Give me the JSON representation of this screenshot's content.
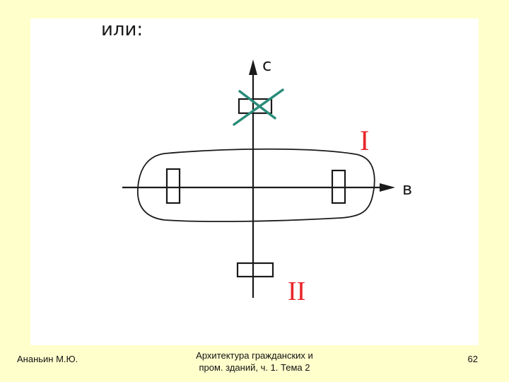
{
  "slide": {
    "handwritten_heading": "или:",
    "axis_labels": {
      "vertical": "с",
      "horizontal": "в"
    },
    "group_labels": {
      "group_1": "I",
      "group_2": "II"
    },
    "colors": {
      "background": "#ffffcc",
      "ink": "#1a1a1a",
      "group_label": "#e8262b",
      "cross_mark": "#2a8c7a"
    }
  },
  "footer": {
    "author": "Ананьин М.Ю.",
    "course_line1": "Архитектура гражданских и",
    "course_line2": "пром. зданий, ч. 1. Тема 2",
    "page_number": "62"
  }
}
